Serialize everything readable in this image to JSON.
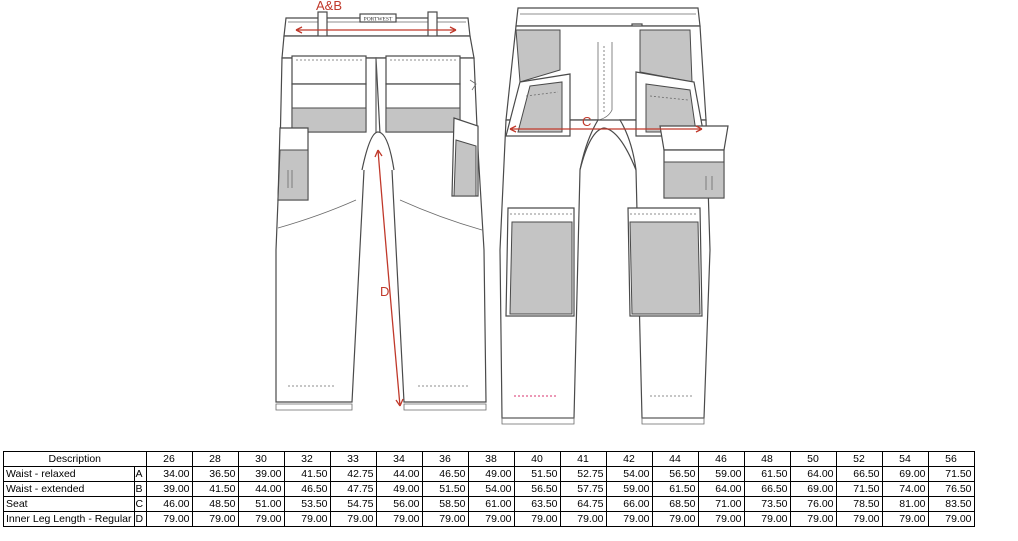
{
  "brand_label": "PORTWEST",
  "annotations": {
    "a_b": "A&B",
    "c": "C",
    "d": "D"
  },
  "colors": {
    "dimension_line": "#c0392b",
    "panel_grey": "#c4c4c4"
  },
  "table": {
    "header_desc": "Description",
    "sizes": [
      "26",
      "28",
      "30",
      "32",
      "33",
      "34",
      "36",
      "38",
      "40",
      "41",
      "42",
      "44",
      "46",
      "48",
      "50",
      "52",
      "54",
      "56"
    ],
    "rows": [
      {
        "desc": "Waist - relaxed",
        "key": "A",
        "values": [
          "34.00",
          "36.50",
          "39.00",
          "41.50",
          "42.75",
          "44.00",
          "46.50",
          "49.00",
          "51.50",
          "52.75",
          "54.00",
          "56.50",
          "59.00",
          "61.50",
          "64.00",
          "66.50",
          "69.00",
          "71.50"
        ]
      },
      {
        "desc": "Waist - extended",
        "key": "B",
        "values": [
          "39.00",
          "41.50",
          "44.00",
          "46.50",
          "47.75",
          "49.00",
          "51.50",
          "54.00",
          "56.50",
          "57.75",
          "59.00",
          "61.50",
          "64.00",
          "66.50",
          "69.00",
          "71.50",
          "74.00",
          "76.50"
        ]
      },
      {
        "desc": "Seat",
        "key": "C",
        "values": [
          "46.00",
          "48.50",
          "51.00",
          "53.50",
          "54.75",
          "56.00",
          "58.50",
          "61.00",
          "63.50",
          "64.75",
          "66.00",
          "68.50",
          "71.00",
          "73.50",
          "76.00",
          "78.50",
          "81.00",
          "83.50"
        ]
      },
      {
        "desc": "Inner Leg Length - Regular",
        "key": "D",
        "values": [
          "79.00",
          "79.00",
          "79.00",
          "79.00",
          "79.00",
          "79.00",
          "79.00",
          "79.00",
          "79.00",
          "79.00",
          "79.00",
          "79.00",
          "79.00",
          "79.00",
          "79.00",
          "79.00",
          "79.00",
          "79.00"
        ]
      }
    ]
  }
}
